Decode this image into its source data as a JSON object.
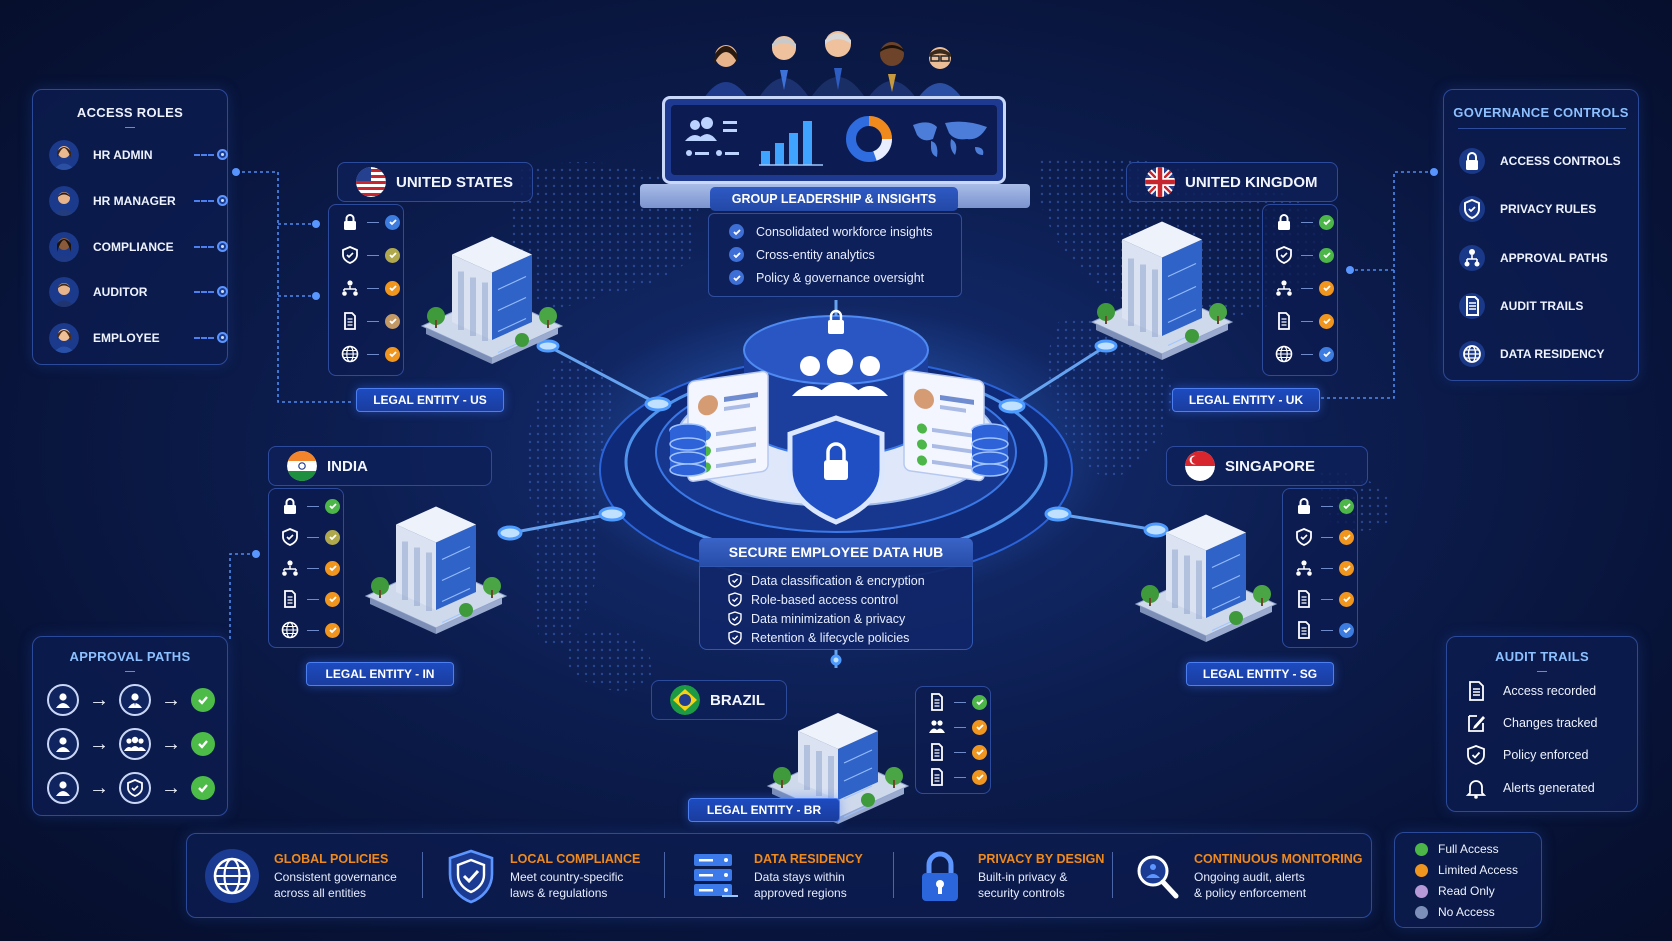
{
  "access_roles": {
    "title": "ACCESS ROLES",
    "items": [
      {
        "label": "HR ADMIN",
        "skin": "#e9b98f",
        "hair": "#3a2418",
        "suit": "#2a4fa3"
      },
      {
        "label": "HR MANAGER",
        "skin": "#e8b48c",
        "hair": "#2b1d14",
        "suit": "#223c7d"
      },
      {
        "label": "COMPLIANCE",
        "skin": "#8a5a3b",
        "hair": "#1c120c",
        "suit": "#1f3a86"
      },
      {
        "label": "AUDITOR",
        "skin": "#e8b48c",
        "hair": "#3b2a1d",
        "suit": "#20356f"
      },
      {
        "label": "EMPLOYEE",
        "skin": "#efbf96",
        "hair": "#4b2c19",
        "suit": "#2850a8"
      }
    ]
  },
  "governance": {
    "title": "GOVERNANCE CONTROLS",
    "items": [
      {
        "label": "ACCESS CONTROLS",
        "icon": "lock-icon"
      },
      {
        "label": "PRIVACY RULES",
        "icon": "shield-icon"
      },
      {
        "label": "APPROVAL PATHS",
        "icon": "org-chart-icon"
      },
      {
        "label": "AUDIT TRAILS",
        "icon": "document-icon"
      },
      {
        "label": "DATA RESIDENCY",
        "icon": "globe-icon"
      }
    ]
  },
  "leadership": {
    "title": "GROUP LEADERSHIP & INSIGHTS",
    "items": [
      "Consolidated workforce insights",
      "Cross-entity analytics",
      "Policy & governance oversight"
    ]
  },
  "hub": {
    "title": "SECURE EMPLOYEE DATA HUB",
    "items": [
      "Data classification & encryption",
      "Role-based access control",
      "Data minimization & privacy",
      "Retention & lifecycle policies"
    ]
  },
  "entities": {
    "us": {
      "country": "UNITED STATES",
      "label": "LEGAL ENTITY - US",
      "perms": [
        "blue",
        "olive",
        "orange",
        "tan",
        "orange"
      ]
    },
    "uk": {
      "country": "UNITED KINGDOM",
      "label": "LEGAL ENTITY - UK",
      "perms": [
        "green",
        "green",
        "orange",
        "orange",
        "blue"
      ]
    },
    "in": {
      "country": "INDIA",
      "label": "LEGAL ENTITY - IN",
      "perms": [
        "green",
        "olive",
        "orange",
        "orange",
        "orange"
      ]
    },
    "sg": {
      "country": "SINGAPORE",
      "label": "LEGAL ENTITY - SG",
      "perms": [
        "green",
        "orange",
        "orange",
        "orange",
        "blue"
      ]
    },
    "br": {
      "country": "BRAZIL",
      "label": "LEGAL ENTITY - BR",
      "perms": [
        "green",
        "orange",
        "orange",
        "orange"
      ]
    }
  },
  "approval_paths": {
    "title": "APPROVAL PATHS",
    "rows": [
      {
        "from": "user-icon",
        "via": "manager-icon",
        "result": "check-icon"
      },
      {
        "from": "user-icon",
        "via": "group-icon",
        "result": "check-icon"
      },
      {
        "from": "user-icon",
        "via": "shield-icon",
        "result": "check-icon"
      }
    ],
    "arrow": "→"
  },
  "audit_trails": {
    "title": "AUDIT TRAILS",
    "items": [
      {
        "label": "Access recorded",
        "icon": "document-icon"
      },
      {
        "label": "Changes tracked",
        "icon": "edit-icon"
      },
      {
        "label": "Policy enforced",
        "icon": "shield-icon"
      },
      {
        "label": "Alerts generated",
        "icon": "bell-icon"
      }
    ]
  },
  "bottom": [
    {
      "title": "GLOBAL POLICIES",
      "line1": "Consistent governance",
      "line2": "across all entities",
      "icon": "globe-icon"
    },
    {
      "title": "LOCAL COMPLIANCE",
      "line1": "Meet country-specific",
      "line2": "laws & regulations",
      "icon": "shield-icon"
    },
    {
      "title": "DATA RESIDENCY",
      "line1": "Data stays within",
      "line2": "approved regions",
      "icon": "server-icon"
    },
    {
      "title": "PRIVACY BY DESIGN",
      "line1": "Built-in privacy &",
      "line2": "security controls",
      "icon": "lock-icon"
    },
    {
      "title": "CONTINUOUS MONITORING",
      "line1": "Ongoing audit, alerts",
      "line2": "& policy enforcement",
      "icon": "magnifier-icon"
    }
  ],
  "legend": [
    {
      "label": "Full Access",
      "color": "#4cb648"
    },
    {
      "label": "Limited Access",
      "color": "#f0961f"
    },
    {
      "label": "Read Only",
      "color": "#b69ad8"
    },
    {
      "label": "No Access",
      "color": "#7b8fb8"
    }
  ],
  "colors": {
    "green": "#4cb648",
    "orange": "#f0961f",
    "olive": "#b0a84c",
    "blue": "#3e7de0",
    "tan": "#c39a66",
    "accent": "#f08a1c"
  }
}
